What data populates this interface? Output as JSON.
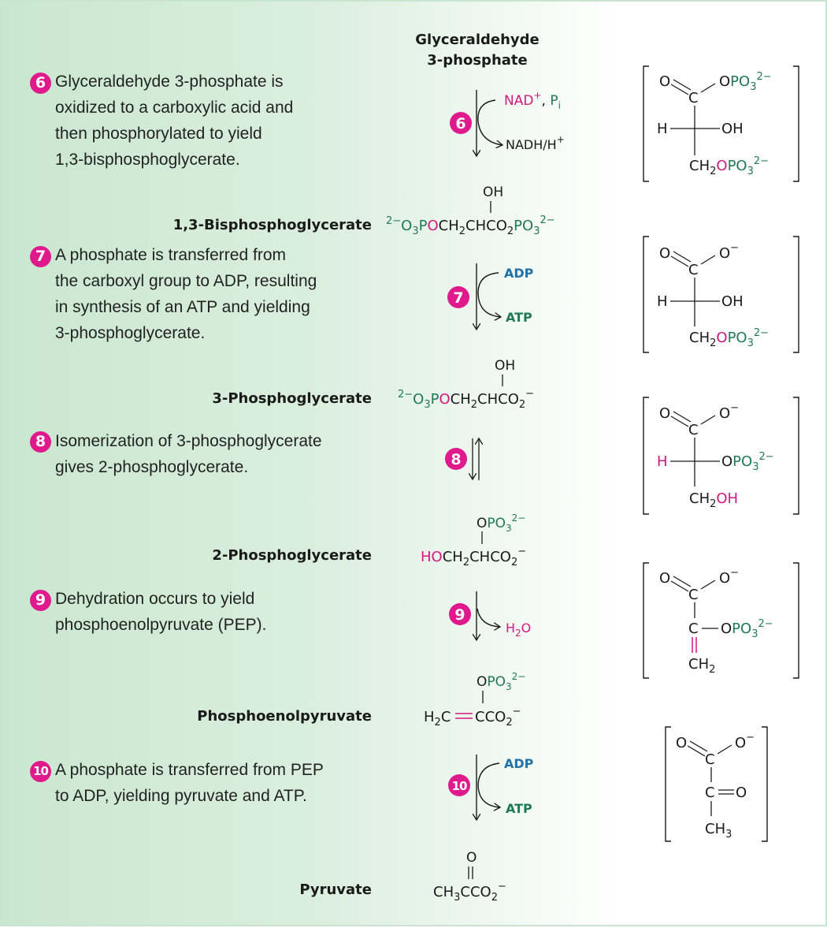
{
  "colors": {
    "badge": "#e01a8d",
    "phosphate_green": "#1f7a55",
    "highlight_magenta": "#d4187f",
    "adp_blue": "#2272a6",
    "atp_green": "#1f7a55",
    "background_left": "#c9e7cf",
    "background_right": "#ffffff"
  },
  "steps": [
    {
      "number": "6",
      "description": "Glyceraldehyde 3-phosphate is oxidized to a carboxylic acid and then phosphorylated to yield 1,3-bisphosphoglycerate.",
      "lines": [
        "Glyceraldehyde 3-phosphate is",
        "oxidized to a carboxylic acid and",
        "then phosphorylated to yield",
        "1,3-bisphosphoglycerate."
      ],
      "inputs": [
        "NAD+",
        "Pi"
      ],
      "outputs": [
        "NADH/H+"
      ],
      "arrow": "irreversible"
    },
    {
      "number": "7",
      "description": "A phosphate is transferred from the carboxyl group to ADP, resulting in synthesis of an ATP and yielding 3-phosphoglycerate.",
      "lines": [
        "A phosphate is transferred from",
        "the carboxyl group to ADP, resulting",
        "in synthesis of an ATP and yielding",
        "3-phosphoglycerate."
      ],
      "inputs": [
        "ADP"
      ],
      "outputs": [
        "ATP"
      ],
      "arrow": "irreversible"
    },
    {
      "number": "8",
      "description": "Isomerization of 3-phosphoglycerate gives 2-phosphoglycerate.",
      "lines": [
        "Isomerization of 3-phosphoglycerate",
        "gives 2-phosphoglycerate."
      ],
      "inputs": [],
      "outputs": [],
      "arrow": "reversible"
    },
    {
      "number": "9",
      "description": "Dehydration occurs to yield phosphoenolpyruvate (PEP).",
      "lines": [
        "Dehydration occurs to yield",
        "phosphoenolpyruvate (PEP)."
      ],
      "inputs": [],
      "outputs": [
        "H2O"
      ],
      "arrow": "irreversible"
    },
    {
      "number": "10",
      "description": "A phosphate is transferred from PEP to ADP, yielding pyruvate and ATP.",
      "lines": [
        "A phosphate is transferred from PEP",
        "to ADP, yielding pyruvate and ATP."
      ],
      "inputs": [
        "ADP"
      ],
      "outputs": [
        "ATP"
      ],
      "arrow": "irreversible"
    }
  ],
  "compounds": [
    {
      "name": "Glyceraldehyde 3-phosphate",
      "name_lines": [
        "Glyceraldehyde",
        "3-phosphate"
      ]
    },
    {
      "name": "1,3-Bisphosphoglycerate",
      "formula": "2−O3POCH2CHCO2PO3 2−",
      "substituent": "OH"
    },
    {
      "name": "3-Phosphoglycerate",
      "formula": "2−O3POCH2CHCO2 −",
      "substituent": "OH"
    },
    {
      "name": "2-Phosphoglycerate",
      "formula": "HOCH2CHCO2 −",
      "substituent": "OPO3 2−"
    },
    {
      "name": "Phosphoenolpyruvate",
      "formula": "H2C=CCO2 −",
      "substituent": "OPO3 2−"
    },
    {
      "name": "Pyruvate",
      "formula": "CH3CCO2 −",
      "substituent": "O"
    }
  ],
  "labels": {
    "nad": "NAD",
    "pi": "P",
    "nadh": "NADH/H",
    "adp": "ADP",
    "atp": "ATP",
    "water": "H",
    "h": "H",
    "oh": "OH",
    "o": "O",
    "c": "C",
    "ch2": "CH",
    "ch3": "CH"
  }
}
